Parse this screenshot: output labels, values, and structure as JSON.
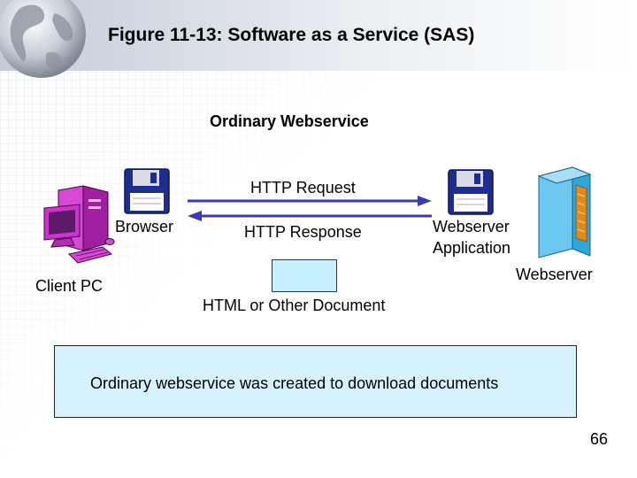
{
  "title": "Figure 11-13: Software as a Service (SAS)",
  "subtitle": "Ordinary Webservice",
  "labels": {
    "http_request": "HTTP Request",
    "http_response": "HTTP Response",
    "browser": "Browser",
    "client_pc": "Client PC",
    "webserver_application": [
      "Webserver",
      "Application"
    ],
    "webserver": "Webserver",
    "document": "HTML or Other Document"
  },
  "caption": "Ordinary webservice was created to download documents",
  "page_number": "66",
  "colors": {
    "arrow": "#3a3ab8",
    "client_pc": "#cc33cc",
    "server": "#2ca8e0",
    "floppy": "#1f2d8f",
    "box_fill": "#d6f2ff"
  },
  "icons": {
    "globe": "globe-icon",
    "client_pc": "client-pc-icon",
    "browser": "floppy-disk-icon",
    "webserver_application": "floppy-disk-icon",
    "webserver": "server-tower-icon"
  }
}
